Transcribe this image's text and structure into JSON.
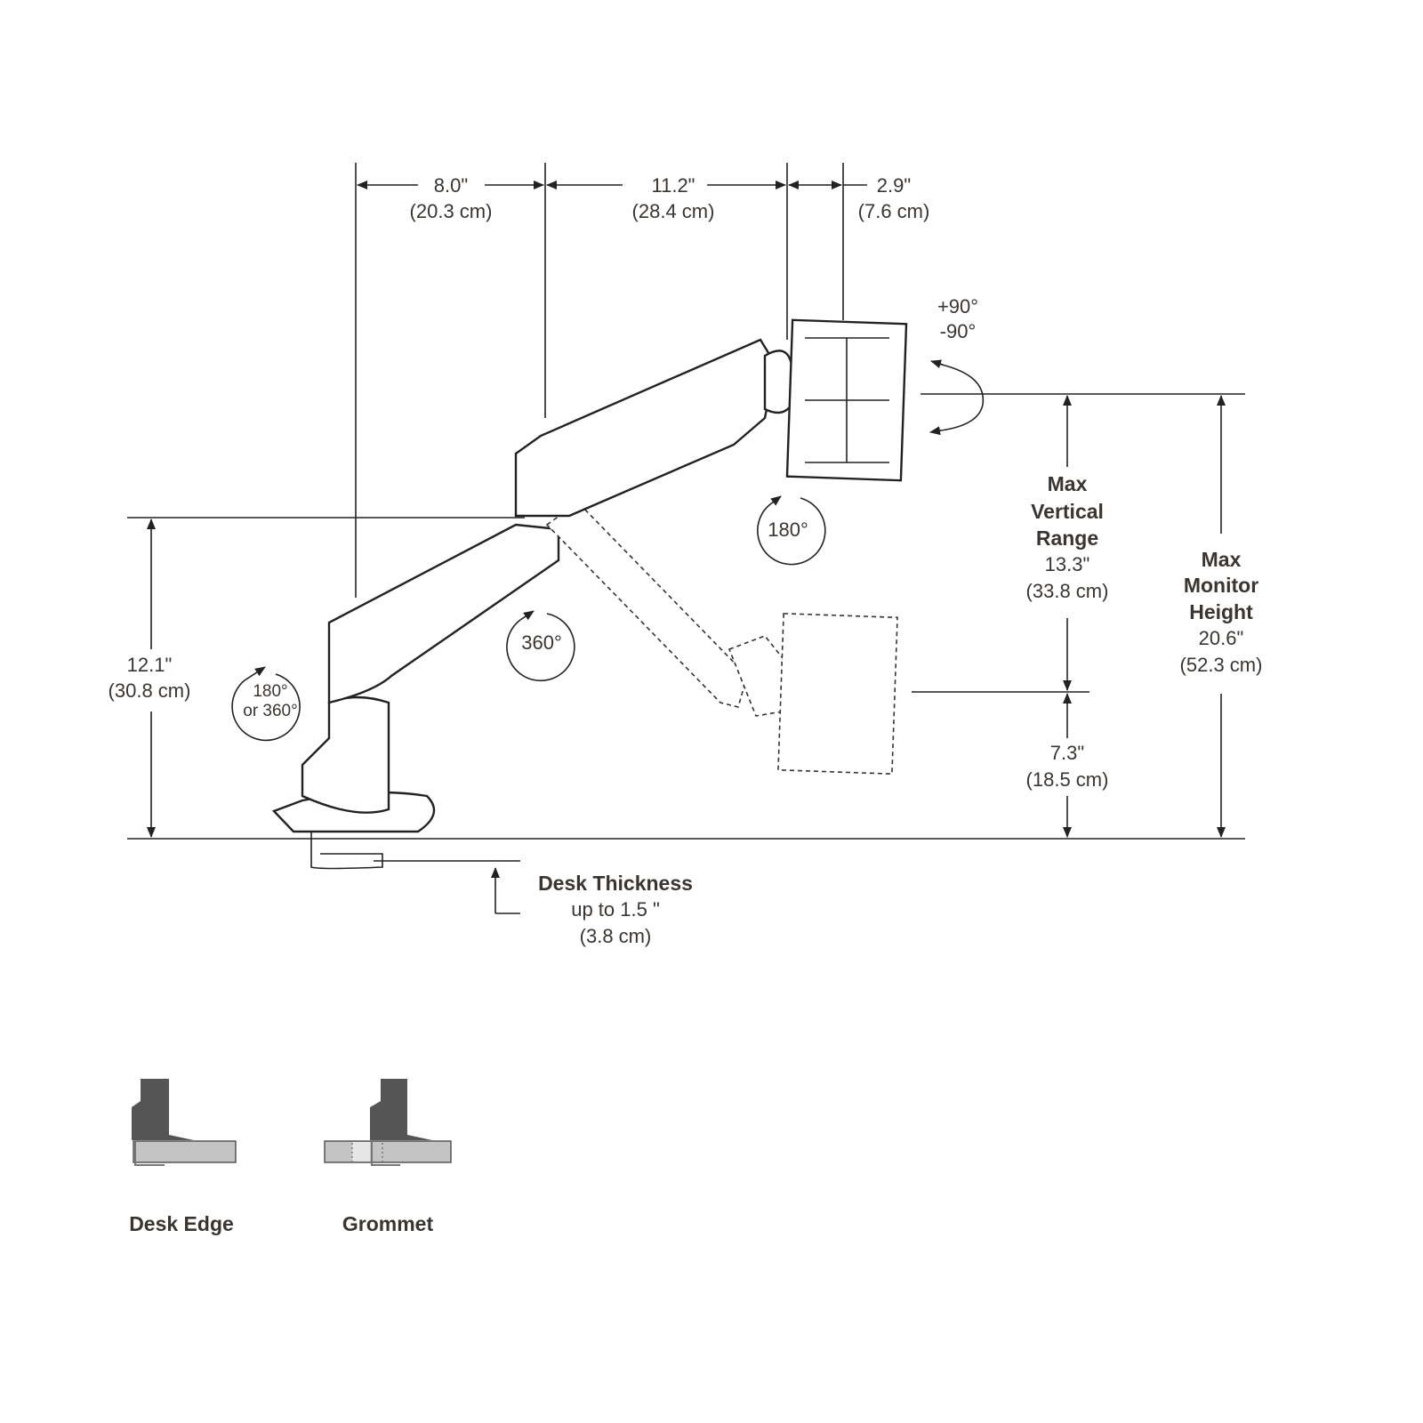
{
  "dimensions": {
    "arm1": {
      "in": "8.0\"",
      "cm": "(20.3 cm)"
    },
    "arm2": {
      "in": "11.2\"",
      "cm": "(28.4 cm)"
    },
    "tilt_head": {
      "in": "2.9\"",
      "cm": "(7.6 cm)"
    },
    "base_height": {
      "in": "12.1\"",
      "cm": "(30.8 cm)"
    },
    "max_vertical_range": {
      "l1": "Max",
      "l2": "Vertical",
      "l3": "Range",
      "in": "13.3\"",
      "cm": "(33.8 cm)"
    },
    "min_height": {
      "in": "7.3\"",
      "cm": "(18.5 cm)"
    },
    "max_monitor_height": {
      "l1": "Max",
      "l2": "Monitor",
      "l3": "Height",
      "in": "20.6\"",
      "cm": "(52.3 cm)"
    },
    "desk_thickness": {
      "title": "Desk Thickness",
      "value": "up to 1.5 \"",
      "cm": "(3.8 cm)"
    }
  },
  "rotations": {
    "tilt_plus": "+90°",
    "tilt_minus": "-90°",
    "head": "180°",
    "arm": "360°",
    "base_l1": "180°",
    "base_l2": "or 360°"
  },
  "mounts": [
    {
      "label": "Desk Edge"
    },
    {
      "label": "Grommet"
    }
  ]
}
